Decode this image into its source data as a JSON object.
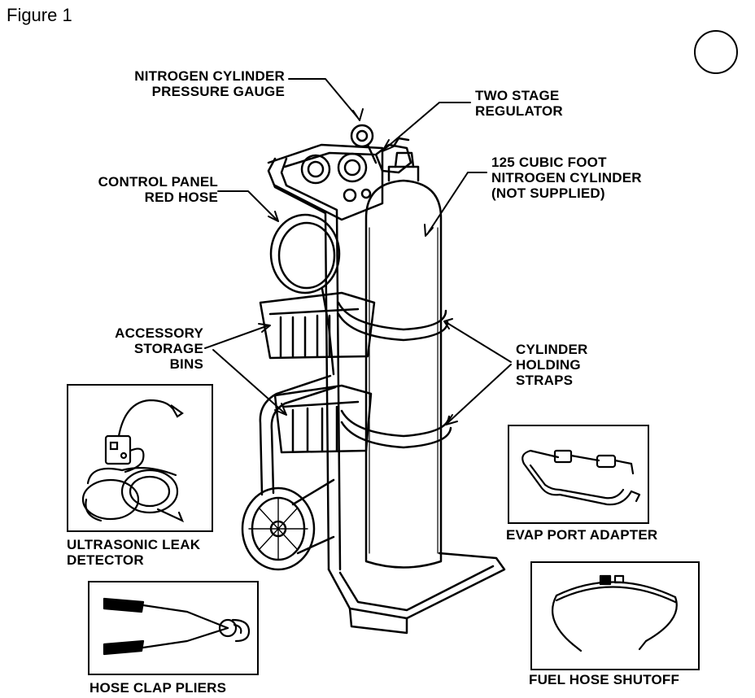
{
  "figure_title": "Figure 1",
  "callouts": {
    "gauge": [
      "NITROGEN CYLINDER",
      "PRESSURE GAUGE"
    ],
    "regulator": [
      "TWO STAGE",
      "REGULATOR"
    ],
    "cylinder": [
      "125 CUBIC FOOT",
      "NITROGEN CYLINDER",
      "(NOT SUPPLIED)"
    ],
    "control_panel": [
      "CONTROL PANEL",
      "RED HOSE"
    ],
    "bins": [
      "ACCESSORY",
      "STORAGE",
      "BINS"
    ],
    "straps": [
      "CYLINDER",
      "HOLDING",
      "STRAPS"
    ]
  },
  "insets": {
    "leak_detector": [
      "ULTRASONIC LEAK",
      "DETECTOR"
    ],
    "evap_adapter": [
      "EVAP PORT ADAPTER"
    ],
    "pliers": [
      "HOSE CLAP PLIERS"
    ],
    "fuel_shutoff": [
      "FUEL HOSE SHUTOFF"
    ]
  }
}
